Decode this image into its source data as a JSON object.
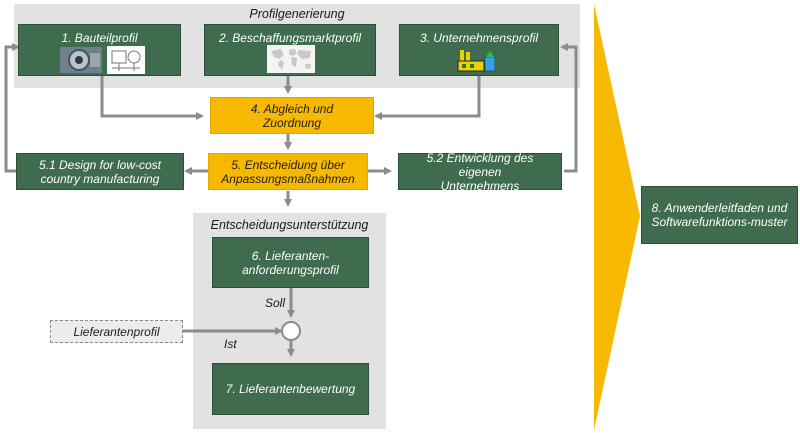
{
  "regions": {
    "profilgenerierung": "Profilgenerierung",
    "entscheidungsunterstuetzung": "Entscheidungsunterstützung"
  },
  "boxes": {
    "bauteilprofil": "1. Bauteilprofil",
    "beschaffungsmarktprofil": "2. Beschaffungsmarktprofil",
    "unternehmensprofil": "3. Unternehmensprofil",
    "abgleich": "4. Abgleich und Zuordnung",
    "design_low_cost": "5.1 Design for low-cost country manufacturing",
    "entscheidung": "5. Entscheidung über Anpassungsmaßnahmen",
    "entwicklung": "5.2 Entwicklung des eigenen Unternehmens",
    "lieferantenanforderungsprofil": "6. Lieferanten-anforderungsprofil",
    "lieferantenbewertung": "7. Lieferantenbewertung",
    "anwenderleitfaden": "8. Anwenderleitfaden und Softwarefunktions-muster",
    "lieferantenprofil": "Lieferantenprofil"
  },
  "labels": {
    "soll": "Soll",
    "ist": "Ist"
  },
  "colors": {
    "box_green": "#3f6b4f",
    "box_yellow": "#f7b800",
    "region_gray": "#e2e2e2",
    "arrow_gray": "#8c8c8c",
    "chevron_yellow": "#f7b800"
  },
  "icons": [
    "part-photo-icon",
    "technical-drawing-icon",
    "world-map-icon",
    "factory-icon"
  ]
}
